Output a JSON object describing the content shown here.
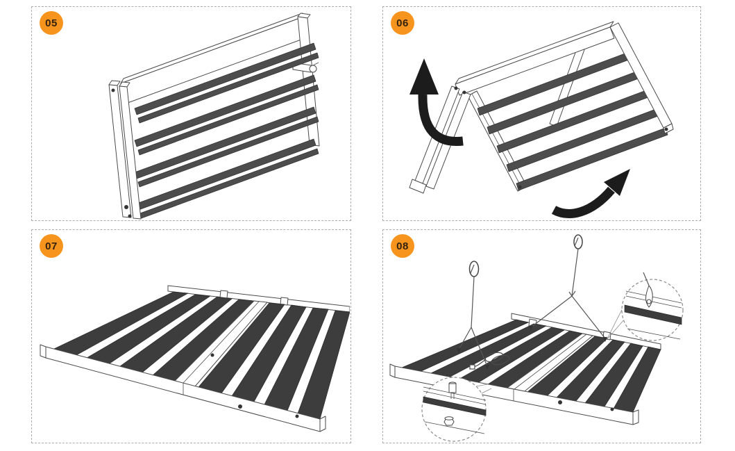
{
  "document": {
    "type": "assembly-instruction-sheet",
    "background": "#ffffff"
  },
  "colors": {
    "badge_bg": "#F7941E",
    "badge_text": "#33220F",
    "border_dash": "#ACACAC",
    "line_art": "#4a4a4a",
    "bar_fill": "#3d3d3d",
    "arrow": "#1c1c1c"
  },
  "panels": [
    {
      "number": "05",
      "illustration": "folded-light-fixture"
    },
    {
      "number": "06",
      "illustration": "fixture-unfolding-with-arrows"
    },
    {
      "number": "07",
      "illustration": "fixture-fully-unfolded-flat"
    },
    {
      "number": "08",
      "illustration": "fixture-hanging-with-carabiners-and-detail-callouts"
    }
  ]
}
